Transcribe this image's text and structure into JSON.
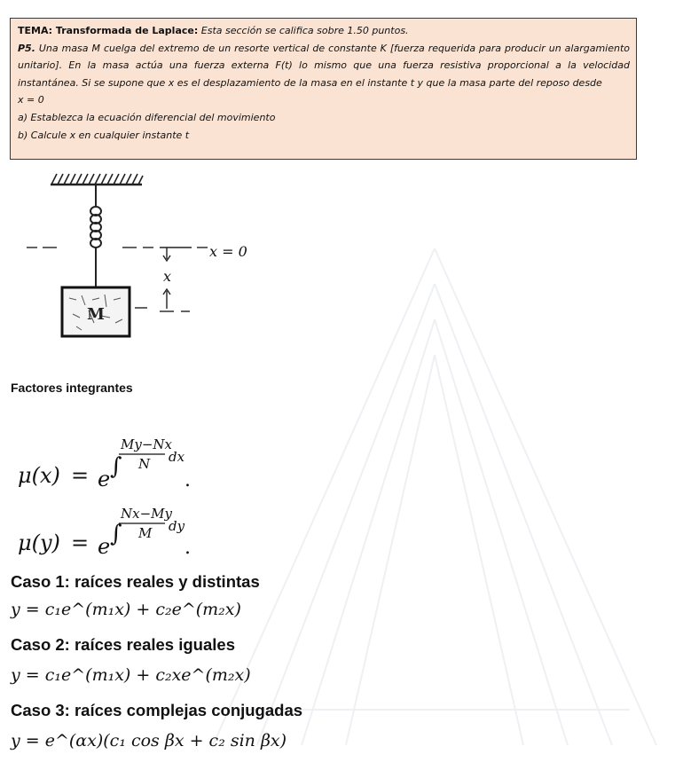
{
  "task": {
    "topic_label": "TEMA: Transformada de Laplace:",
    "topic_note": "Esta sección se califica sobre 1.50 puntos.",
    "problem_label": "P5.",
    "problem_text": "Una masa M cuelga del extremo de un resorte vertical de constante K [fuerza requerida para producir un alargamiento unitario]. En la masa actúa una fuerza externa F(t) lo mismo que una fuerza resistiva proporcional a la velocidad instantánea. Si se supone que x es el desplazamiento de la masa en el instante t y que la masa parte del reposo desde",
    "initial_condition": "x = 0",
    "part_a": "a) Establezca la ecuación diferencial del movimiento",
    "part_b": "b) Calcule x en cualquier instante t"
  },
  "figure": {
    "ref_label": "x = 0",
    "displacement_label": "x"
  },
  "reference": {
    "integrating_factors_heading": "Factores integrantes",
    "mu_x": {
      "lhs": "μ(x)",
      "eq": "=",
      "base": "e",
      "num": "My−Nx",
      "den": "N",
      "diff": "dx",
      "end": "."
    },
    "mu_y": {
      "lhs": "μ(y)",
      "eq": "=",
      "base": "e",
      "num": "Nx−My",
      "den": "M",
      "diff": "dy",
      "end": "."
    },
    "case1": {
      "heading": "Caso 1: raíces reales y distintas",
      "formula": "y = c₁e^(m₁x) + c₂e^(m₂x)"
    },
    "case2": {
      "heading": "Caso 2: raíces reales iguales",
      "formula": "y = c₁e^(m₁x) + c₂xe^(m₂x)"
    },
    "case3": {
      "heading": "Caso 3: raíces complejas conjugadas",
      "formula": "y = e^(αx)(c₁ cos βx + c₂ sin βx)"
    }
  },
  "colors": {
    "task_background": "#fbe3d3",
    "task_border": "#3a3a3a",
    "text": "#111111"
  }
}
